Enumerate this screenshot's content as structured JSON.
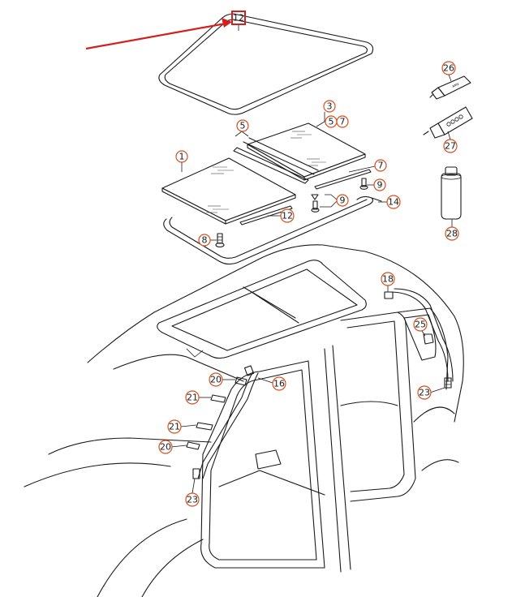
{
  "accent_color": "#d41f1f",
  "callout_color": "#d4501e",
  "highlighted_part": {
    "label": "12"
  },
  "callouts": [
    {
      "id": "c1",
      "label": "1"
    },
    {
      "id": "c3",
      "label": "3"
    },
    {
      "id": "c5top",
      "label": "5"
    },
    {
      "id": "c5a",
      "label": "5"
    },
    {
      "id": "c7a",
      "label": "7"
    },
    {
      "id": "c7b",
      "label": "7"
    },
    {
      "id": "c8",
      "label": "8"
    },
    {
      "id": "c9a",
      "label": "9"
    },
    {
      "id": "c9b",
      "label": "9"
    },
    {
      "id": "c12",
      "label": "12"
    },
    {
      "id": "c14",
      "label": "14"
    },
    {
      "id": "c16",
      "label": "16"
    },
    {
      "id": "c18",
      "label": "18"
    },
    {
      "id": "c20a",
      "label": "20"
    },
    {
      "id": "c20b",
      "label": "20"
    },
    {
      "id": "c21a",
      "label": "21"
    },
    {
      "id": "c21b",
      "label": "21"
    },
    {
      "id": "c23a",
      "label": "23"
    },
    {
      "id": "c23b",
      "label": "23"
    },
    {
      "id": "c25",
      "label": "25"
    },
    {
      "id": "c26",
      "label": "26"
    },
    {
      "id": "c27",
      "label": "27"
    },
    {
      "id": "c28",
      "label": "28"
    }
  ],
  "icons": {
    "pointer_arrow": "arrow-right-icon"
  }
}
